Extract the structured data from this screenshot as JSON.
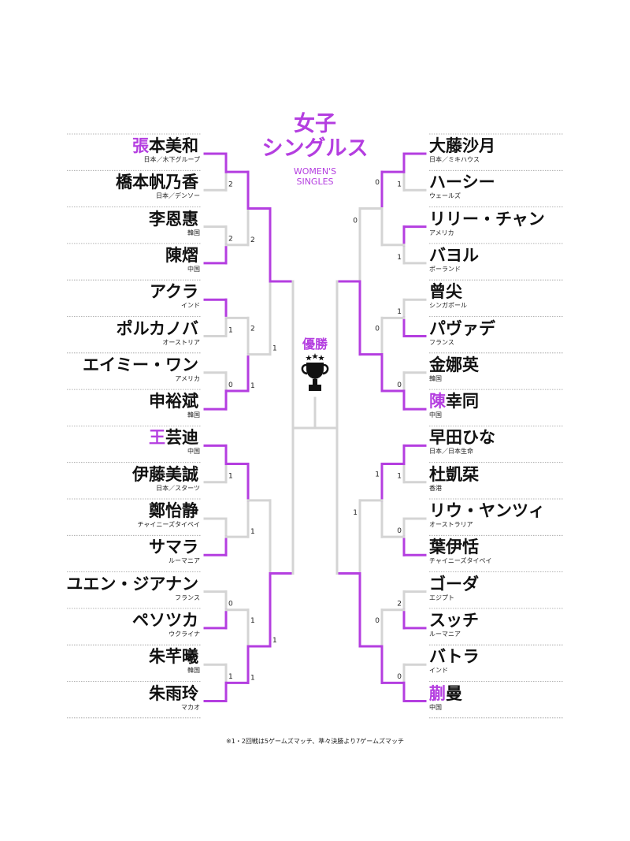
{
  "title_ja": "女子\nシングルス",
  "title_ja_line1": "女子",
  "title_ja_line2": "シングルス",
  "title_en_line1": "WOMEN'S",
  "title_en_line2": "SINGLES",
  "champion_label": "優勝",
  "trophy_icon": "trophy-icon",
  "footnote": "※1・2回戦は5ゲームズマッチ、準々決勝より7ゲームズマッチ",
  "colors": {
    "accent": "#b43ee0",
    "line_gray": "#d4d4d4",
    "rule": "#9a9a9a"
  },
  "left_players": [
    {
      "hl": "張",
      "name": "本美和",
      "country": "日本／木下グループ"
    },
    {
      "hl": "",
      "name": "橋本帆乃香",
      "country": "日本／デンソー"
    },
    {
      "hl": "",
      "name": "李恩惠",
      "country": "韓国"
    },
    {
      "hl": "",
      "name": "陳熠",
      "country": "中国"
    },
    {
      "hl": "",
      "name": "アクラ",
      "country": "インド"
    },
    {
      "hl": "",
      "name": "ポルカノバ",
      "country": "オーストリア"
    },
    {
      "hl": "",
      "name": "エイミー・ワン",
      "country": "アメリカ"
    },
    {
      "hl": "",
      "name": "申裕斌",
      "country": "韓国"
    },
    {
      "hl": "王",
      "name": "芸迪",
      "country": "中国"
    },
    {
      "hl": "",
      "name": "伊藤美誠",
      "country": "日本／スターツ"
    },
    {
      "hl": "",
      "name": "鄭怡静",
      "country": "チャイニーズタイペイ"
    },
    {
      "hl": "",
      "name": "サマラ",
      "country": "ルーマニア"
    },
    {
      "hl": "",
      "name": "ユエン・ジアナン",
      "country": "フランス"
    },
    {
      "hl": "",
      "name": "ペソツカ",
      "country": "ウクライナ"
    },
    {
      "hl": "",
      "name": "朱芊曦",
      "country": "韓国"
    },
    {
      "hl": "",
      "name": "朱雨玲",
      "country": "マカオ"
    }
  ],
  "right_players": [
    {
      "hl": "",
      "name": "大藤沙月",
      "country": "日本／ミキハウス"
    },
    {
      "hl": "",
      "name": "ハーシー",
      "country": "ウェールズ"
    },
    {
      "hl": "",
      "name": "リリー・チャン",
      "country": "アメリカ"
    },
    {
      "hl": "",
      "name": "バヨル",
      "country": "ポーランド"
    },
    {
      "hl": "",
      "name": "曾尖",
      "country": "シンガポール"
    },
    {
      "hl": "",
      "name": "パヴァデ",
      "country": "フランス"
    },
    {
      "hl": "",
      "name": "金娜英",
      "country": "韓国"
    },
    {
      "hl": "陳",
      "name": "幸同",
      "country": "中国"
    },
    {
      "hl": "",
      "name": "早田ひな",
      "country": "日本／日本生命"
    },
    {
      "hl": "",
      "name": "杜凱栞",
      "country": "香港"
    },
    {
      "hl": "",
      "name": "リウ・ヤンツィ",
      "country": "オーストラリア"
    },
    {
      "hl": "",
      "name": "葉伊恬",
      "country": "チャイニーズタイペイ"
    },
    {
      "hl": "",
      "name": "ゴーダ",
      "country": "エジプト"
    },
    {
      "hl": "",
      "name": "スッチ",
      "country": "ルーマニア"
    },
    {
      "hl": "",
      "name": "バトラ",
      "country": "インド"
    },
    {
      "hl": "蒯",
      "name": "曼",
      "country": "中国"
    }
  ],
  "left_r1_winners": [
    0,
    3,
    4,
    7,
    8,
    11,
    13,
    15
  ],
  "left_r1_scores": [
    [
      "",
      "2"
    ],
    [
      "2",
      ""
    ],
    [
      "",
      "1"
    ],
    [
      "0",
      ""
    ],
    [
      "",
      "1"
    ],
    [
      "",
      ""
    ],
    [
      "0",
      ""
    ],
    [
      "1",
      ""
    ]
  ],
  "left_r2_scores": [
    [
      "",
      "2"
    ],
    [
      "2",
      "1"
    ],
    [
      "",
      "1"
    ],
    [
      "1",
      "1"
    ]
  ],
  "left_r2_winners": [
    0,
    3,
    4,
    7
  ],
  "left_r3_winners": [
    0,
    3
  ],
  "left_r3_scores": [
    [
      "",
      "1"
    ],
    [
      "",
      "1"
    ]
  ],
  "right_r1_winners": [
    0,
    2,
    5,
    7,
    8,
    11,
    13,
    15
  ],
  "right_r1_scores": [
    [
      "",
      "1"
    ],
    [
      "",
      "1"
    ],
    [
      "1",
      ""
    ],
    [
      "0",
      ""
    ],
    [
      "",
      "1"
    ],
    [
      "0",
      ""
    ],
    [
      "2",
      ""
    ],
    [
      "0",
      ""
    ]
  ],
  "right_r2_scores": [
    [
      "0",
      ""
    ],
    [
      "0",
      ""
    ],
    [
      "1",
      ""
    ],
    [
      "0",
      ""
    ]
  ],
  "right_r2_winners": [
    0,
    3,
    4,
    7
  ],
  "right_r3_winners": [
    1,
    3
  ],
  "right_r3_scores": [
    [
      "0",
      ""
    ],
    [
      "1",
      ""
    ]
  ]
}
